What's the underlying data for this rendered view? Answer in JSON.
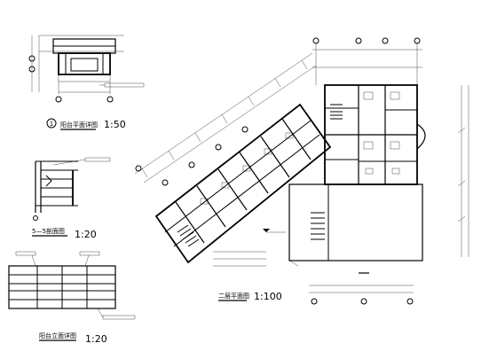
{
  "drawing": {
    "titles": {
      "detail_1_label": "阳台平面详图",
      "detail_1_scale": "1:50",
      "detail_1_number": "1",
      "section_5_label": "5—5剖面图",
      "section_5_scale": "1:20",
      "balcony_elev_label": "阳台立面详图",
      "balcony_elev_scale": "1:20",
      "second_floor_label": "二层平面图",
      "second_floor_scale": "1:100"
    }
  }
}
